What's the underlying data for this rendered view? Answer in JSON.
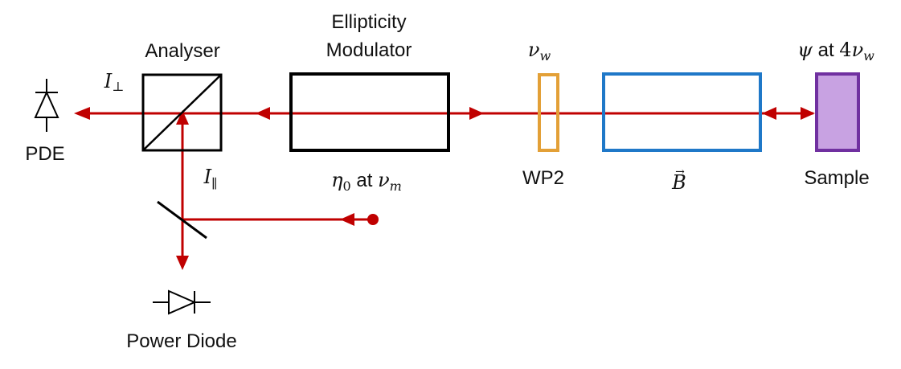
{
  "colors": {
    "beam": "#c00000",
    "analyser": "#000000",
    "modulator": "#000000",
    "wp2": "#e3a037",
    "field": "#1f78c8",
    "sample_fill": "#c8a2e2",
    "sample_stroke": "#7030a0",
    "label": "#111111"
  },
  "components": {
    "pde": {
      "label": "PDE",
      "icon": "photodiode-icon"
    },
    "analyser": {
      "label": "Analyser"
    },
    "modulator": {
      "label_line1": "Ellipticity",
      "label_line2": "Modulator",
      "param_symbol": "η",
      "param_subscript": "0",
      "param_at": " at ",
      "freq_symbol": "ν",
      "freq_subscript": "m"
    },
    "wp2": {
      "label": "WP2",
      "freq_symbol": "ν",
      "freq_subscript": "w"
    },
    "field": {
      "symbol": "B",
      "arrow": "→"
    },
    "sample": {
      "label": "Sample",
      "psi_symbol": "ψ",
      "psi_at": " at ",
      "freq_coeff": "4",
      "freq_symbol": "ν",
      "freq_subscript": "w"
    },
    "power_diode": {
      "label": "Power Diode",
      "icon": "photodiode-icon"
    }
  },
  "beams": {
    "i_perp": {
      "symbol": "I",
      "subscript": "⊥"
    },
    "i_par": {
      "symbol": "I",
      "subscript": "∥"
    }
  }
}
